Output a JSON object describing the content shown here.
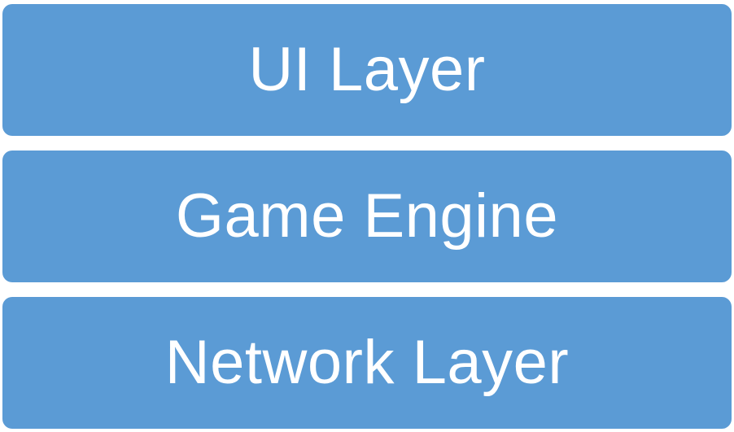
{
  "layers": [
    {
      "label": "UI Layer"
    },
    {
      "label": "Game Engine"
    },
    {
      "label": "Network Layer"
    }
  ],
  "colors": {
    "box_fill": "#5b9bd5",
    "text": "#ffffff",
    "background": "#ffffff"
  }
}
